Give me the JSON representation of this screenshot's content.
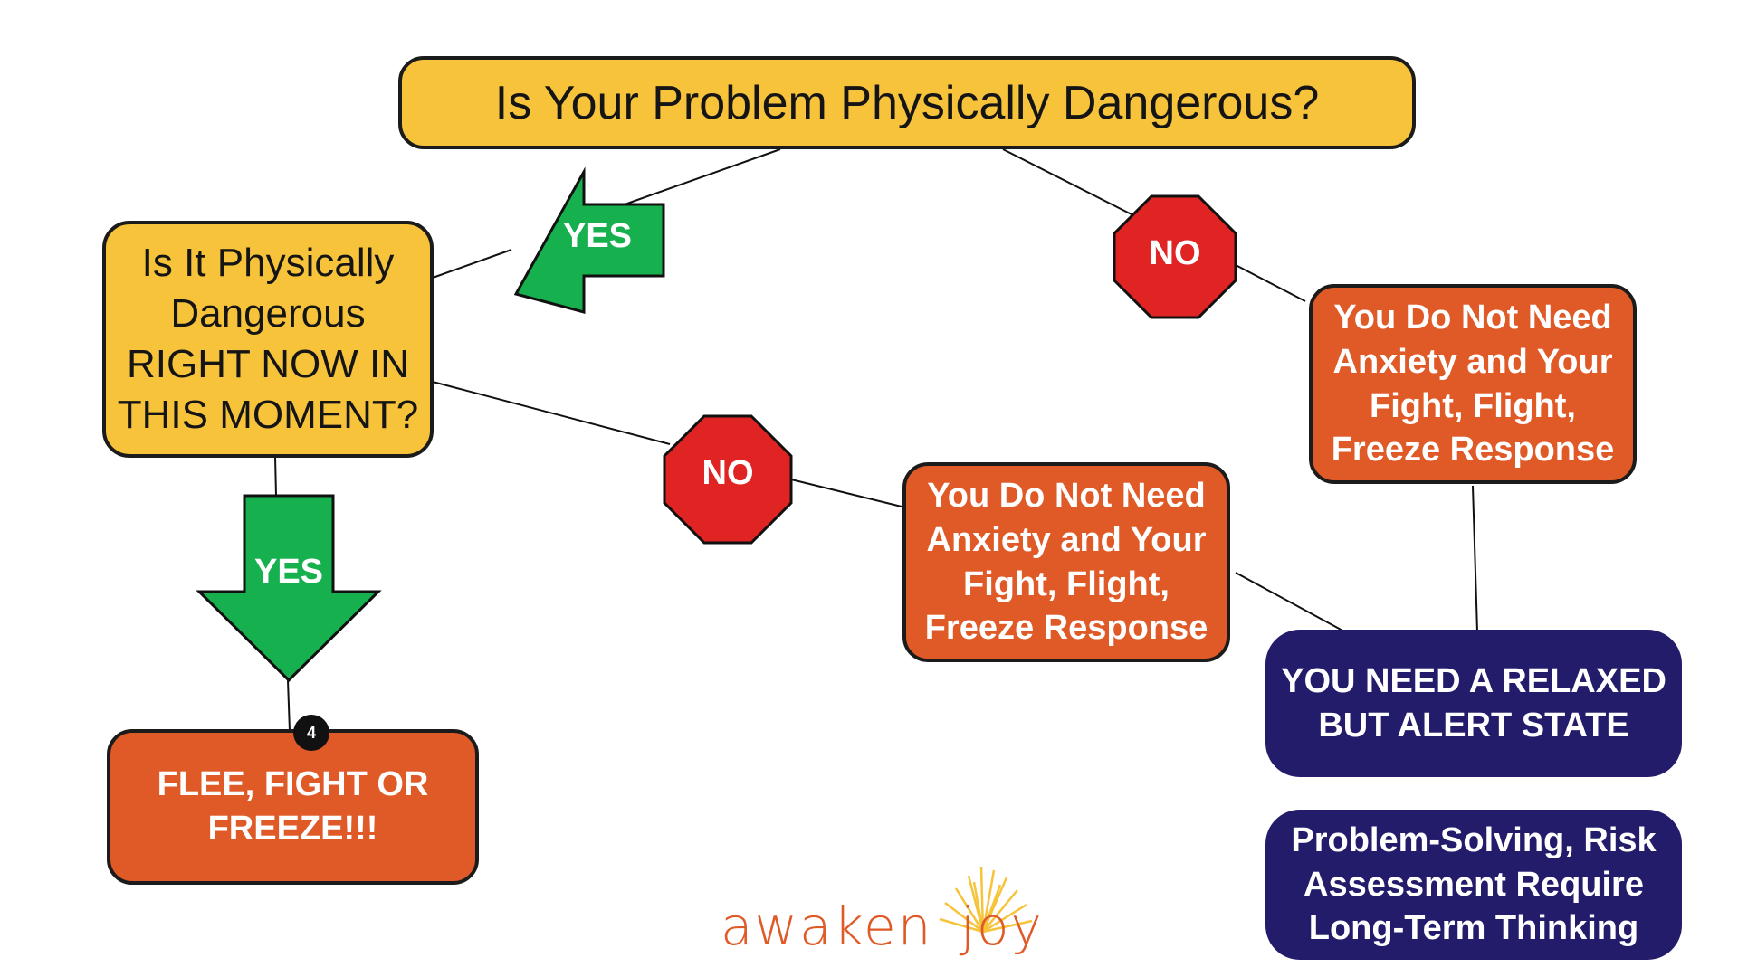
{
  "question_main": "Is Your Problem Physically Dangerous?",
  "question_now": "Is It Physically Dangerous RIGHT NOW IN THIS MOMENT?",
  "arrow_yes_left": "YES",
  "arrow_yes_down": "YES",
  "stop_no_right": "NO",
  "stop_no_middle": "NO",
  "outcome_no_anxiety_right": "You Do Not Need Anxiety and Your Fight, Flight, Freeze Response",
  "outcome_no_anxiety_middle": "You Do Not Need Anxiety and Your Fight, Flight, Freeze Response",
  "outcome_flee": "FLEE, FIGHT OR FREEZE!!!",
  "badge_number": "4",
  "outcome_relaxed": "YOU NEED A RELAXED BUT ALERT STATE",
  "note_problem_solving": "Problem-Solving, Risk Assessment Require Long-Term Thinking",
  "brand": {
    "word1": "awaken",
    "word2": "joy"
  },
  "colors": {
    "question": "#f6c33b",
    "outcome": "#df5a27",
    "state": "#221c6b",
    "arrow": "#17b04f",
    "stop": "#e02424",
    "brand": "#df5a27",
    "sun": "#f6c33b"
  }
}
